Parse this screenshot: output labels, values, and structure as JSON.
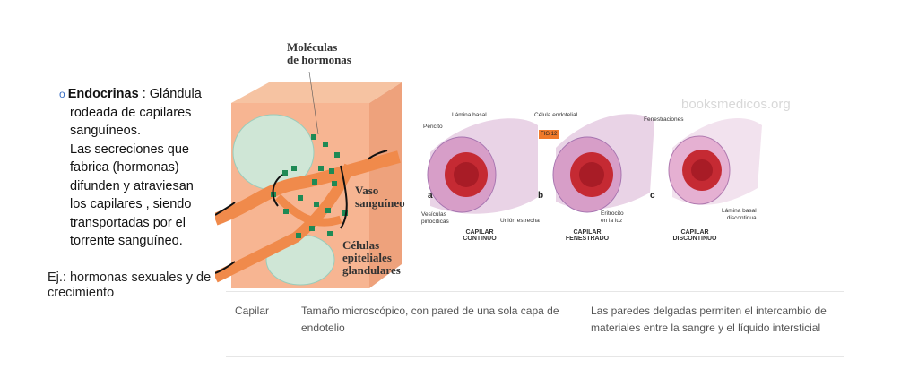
{
  "left_text": {
    "term": "Endocrinas",
    "definition_lines": [
      ": Glándula",
      "rodeada de capilares",
      "sanguíneos.",
      "Las secreciones que",
      "fabrica (hormonas)",
      "difunden y atraviesan",
      "los capilares , siendo",
      "transportadas por el",
      "torrente sanguíneo."
    ],
    "example": "Ej.: hormonas sexuales y de crecimiento"
  },
  "gland_diagram": {
    "label_molecules": [
      "Moléculas",
      "de hormonas"
    ],
    "label_vessel": [
      "Vaso",
      "sanguíneo"
    ],
    "label_cells": [
      "Células",
      "epiteliales",
      "glandulares"
    ]
  },
  "capillary_figure": {
    "watermark": "booksmedicos.org",
    "fig_badge": "FIG 12",
    "labels": {
      "lamina_basal": "Lámina basal",
      "pericito": "Pericito",
      "celula_endotelial": "Célula endotelial",
      "fenestraciones": "Fenestraciones",
      "vesiculas": [
        "Vesículas",
        "pinocíticas"
      ],
      "union": "Unión estrecha",
      "eritrocito": [
        "Eritrocito",
        "en la luz"
      ],
      "lamina_disc": [
        "Lámina basal",
        "discontinua"
      ]
    },
    "panels": [
      {
        "letter": "a",
        "title": [
          "CAPILAR",
          "CONTINUO"
        ]
      },
      {
        "letter": "b",
        "title": [
          "CAPILAR",
          "FENESTRADO"
        ]
      },
      {
        "letter": "c",
        "title": [
          "CAPILAR",
          "DISCONTINUO"
        ]
      }
    ]
  },
  "table": {
    "row": {
      "vessel": "Capilar",
      "structure": "Tamaño microscópico, con pared de una sola capa de endotelio",
      "function": "Las paredes delgadas permiten el intercambio de materiales entre la sangre y el líquido intersticial"
    }
  }
}
